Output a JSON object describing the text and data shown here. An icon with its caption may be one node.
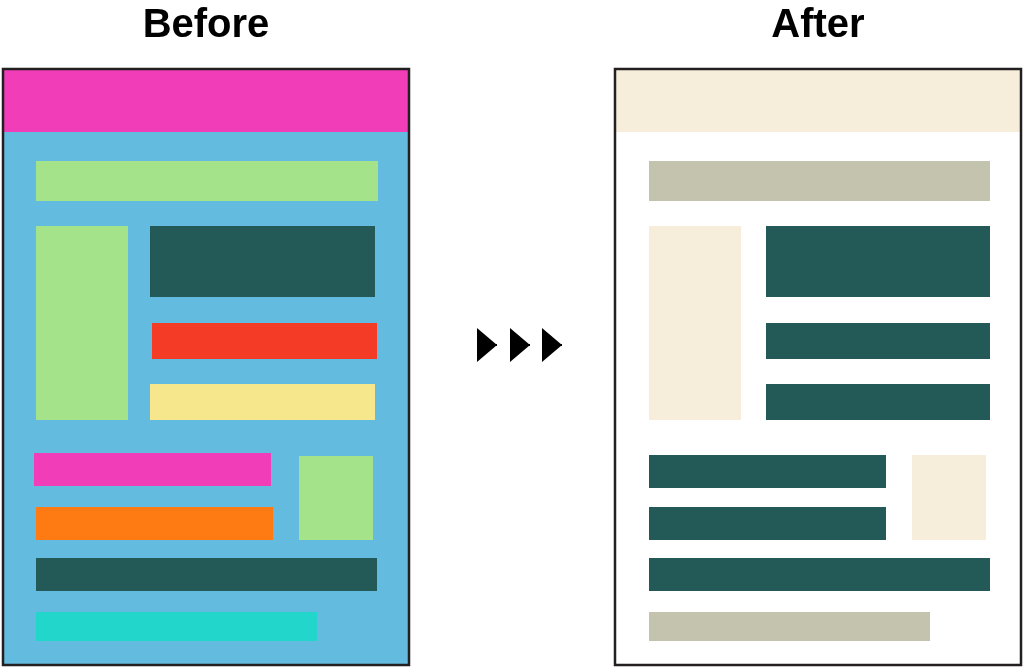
{
  "diagram": {
    "nodes": [
      {
        "text": [
          "Before"
        ]
      },
      {
        "text": [
          "After"
        ]
      }
    ],
    "edges": [
      {
        "from": 0,
        "to": 1,
        "arrow": "to"
      }
    ]
  }
}
